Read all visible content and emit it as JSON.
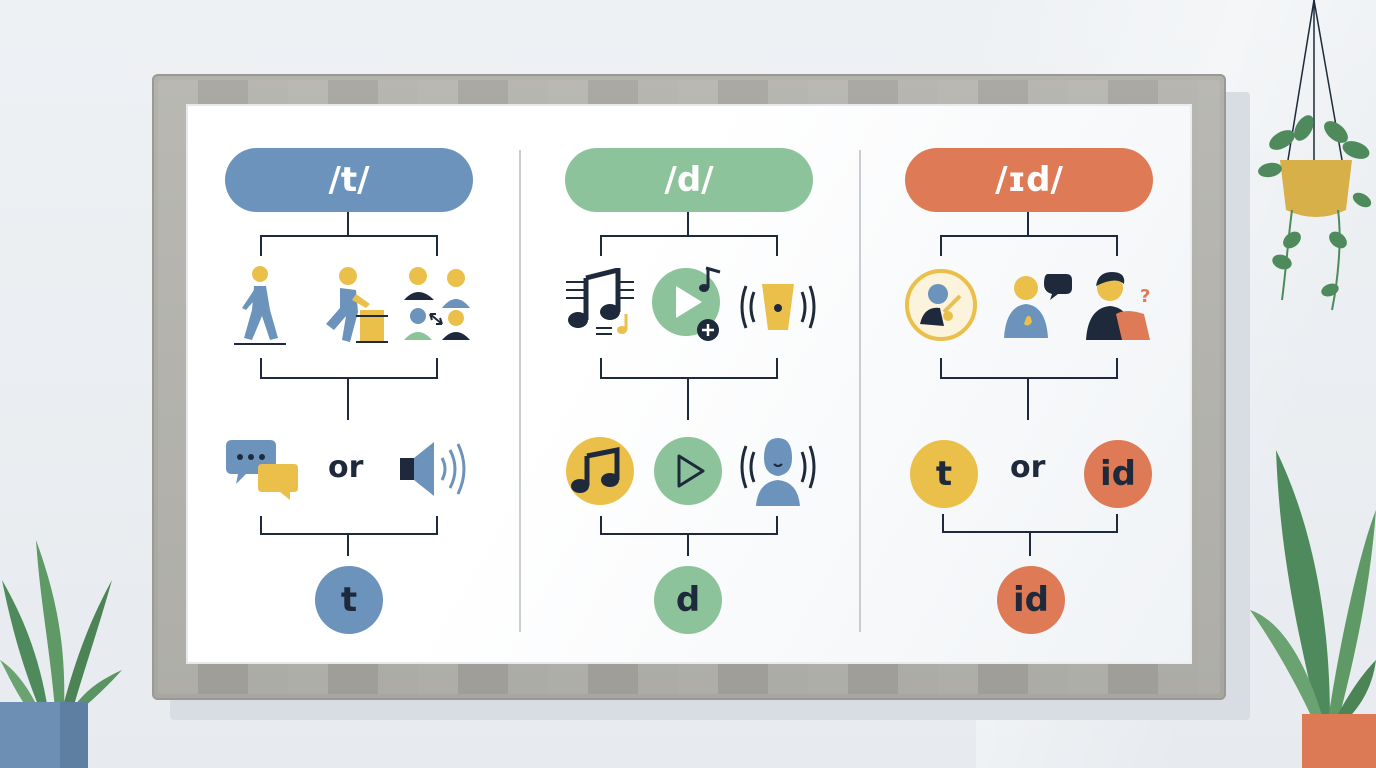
{
  "columns": [
    {
      "header": "/t/",
      "or_text": "or",
      "result": "t"
    },
    {
      "header": "/d/",
      "or_text": "",
      "result": "d"
    },
    {
      "header": "/ɪd/",
      "or_text": "or",
      "options": [
        "t",
        "id"
      ],
      "result": "id"
    }
  ],
  "colors": {
    "t": "#6b93bb",
    "d": "#8cc39a",
    "id": "#de7a55",
    "yellow": "#eac04a",
    "navy": "#1e2a3b",
    "line": "#1e2a3b"
  },
  "icons": {
    "t_row1": [
      "walking-person-icon",
      "person-pushing-icon",
      "people-exchange-icon"
    ],
    "t_row2": [
      "speech-bubbles-icon",
      "speaker-icon"
    ],
    "d_row1": [
      "music-notes-icon",
      "play-button-icon",
      "vibrating-bell-icon"
    ],
    "d_row2": [
      "music-note-circle-icon",
      "play-circle-icon",
      "voice-head-icon"
    ],
    "id_row1": [
      "person-portrait-icon",
      "person-talking-icon",
      "person-question-icon"
    ]
  }
}
